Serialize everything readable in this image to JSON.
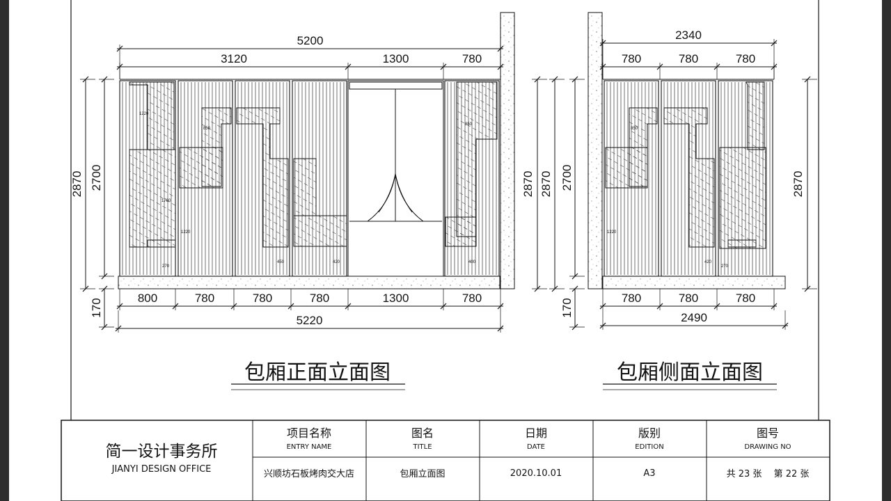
{
  "colors": {
    "paper": "#ffffff",
    "frame": "#2e2e2e",
    "line": "#111111"
  },
  "front_view": {
    "title": "包厢正面立面图",
    "top_total": "5200",
    "top_segments": [
      "3120",
      "1300",
      "780"
    ],
    "bottom_segments": [
      "800",
      "780",
      "780",
      "780",
      "1300",
      "780"
    ],
    "bottom_total": "5220",
    "left_height": "2870",
    "inner_height": "2700",
    "base_height": "170",
    "right_height": "2870",
    "small_labels": [
      "1220",
      "850",
      "450",
      "420",
      "400",
      "270",
      "1220",
      "850",
      "1760"
    ]
  },
  "side_view": {
    "title": "包厢侧面立面图",
    "top_total": "2340",
    "top_segments": [
      "780",
      "780",
      "780"
    ],
    "bottom_segments": [
      "780",
      "780",
      "780"
    ],
    "bottom_total": "2490",
    "left_height": "2870",
    "inner_height": "2700",
    "base_height": "170",
    "right_height": "2870",
    "small_labels": [
      "1220",
      "850",
      "420",
      "270"
    ]
  },
  "title_block": {
    "office_cn": "简一设计事务所",
    "office_en": "JIANYI DESIGN OFFICE",
    "columns": [
      {
        "cn": "项目名称",
        "en": "ENTRY NAME",
        "value": "兴顺坊石板烤肉交大店"
      },
      {
        "cn": "图名",
        "en": "TITLE",
        "value": "包厢立面图"
      },
      {
        "cn": "日期",
        "en": "DATE",
        "value": "2020.10.01"
      },
      {
        "cn": "版别",
        "en": "EDITION",
        "value": "A3"
      },
      {
        "cn": "图号",
        "en": "DRAWING NO",
        "value": "共 23 张　 第 22 张"
      }
    ]
  }
}
